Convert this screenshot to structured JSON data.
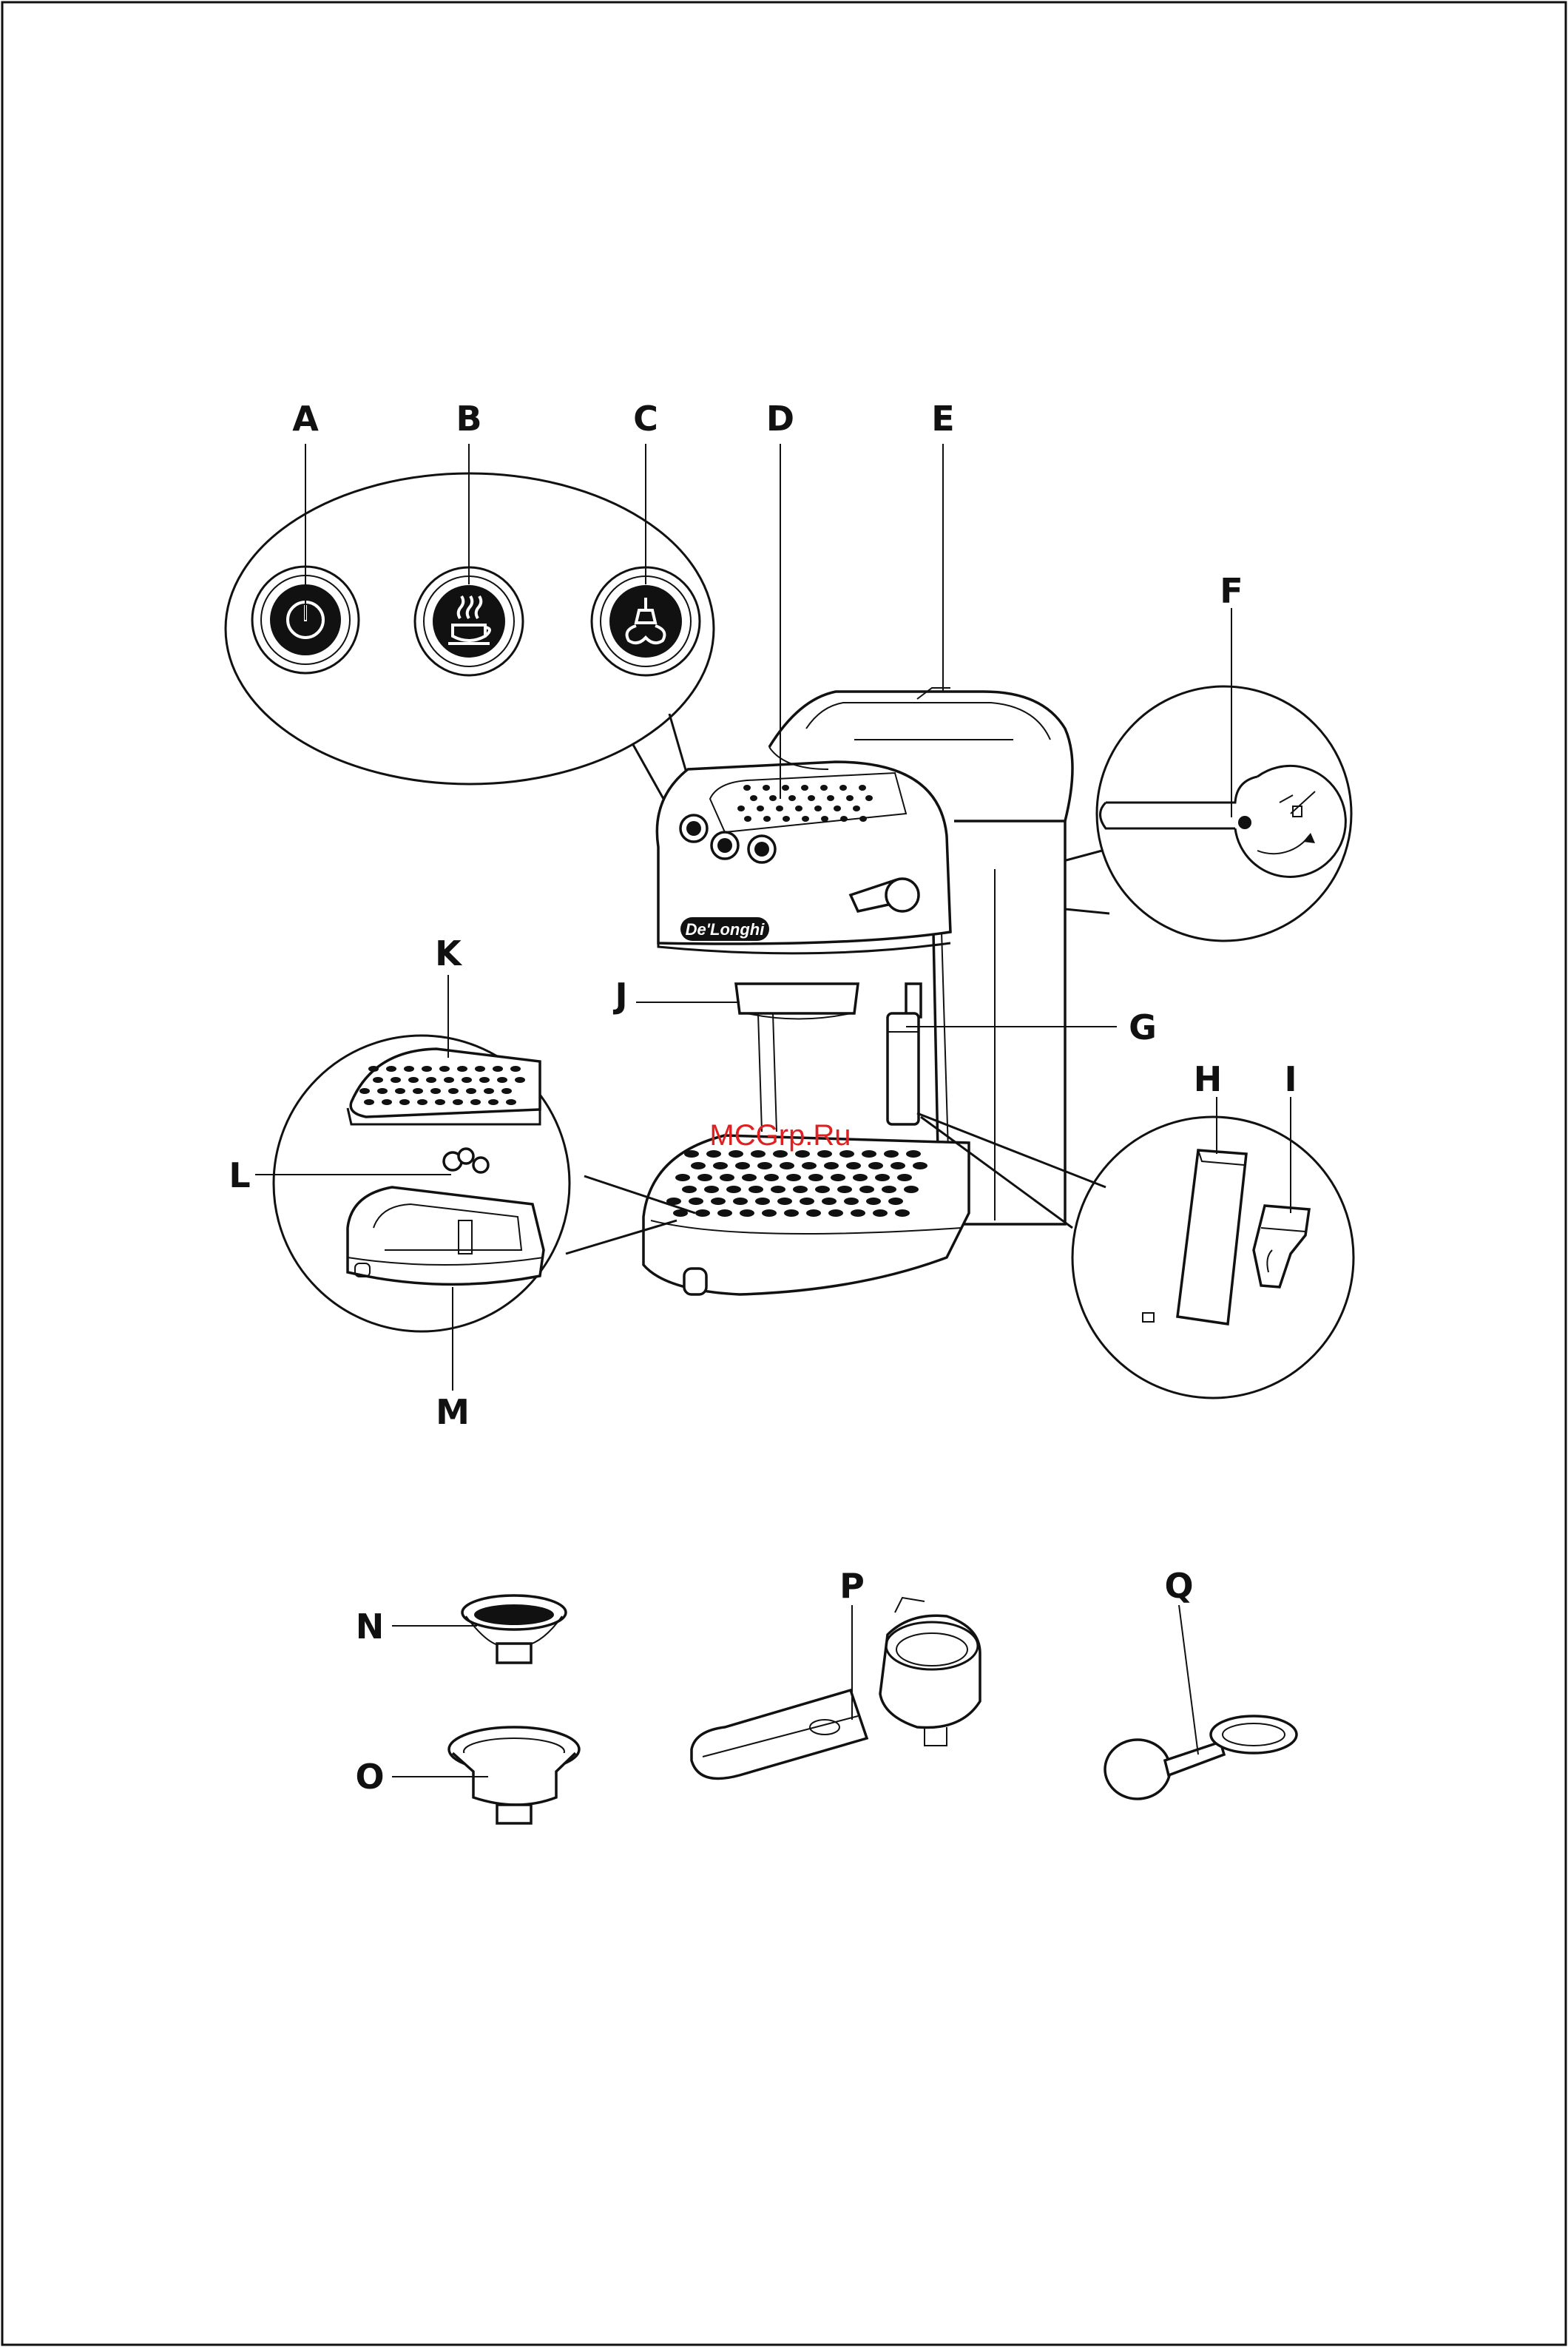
{
  "labels": {
    "A": "A",
    "B": "B",
    "C": "C",
    "D": "D",
    "E": "E",
    "F": "F",
    "G": "G",
    "H": "H",
    "I": "I",
    "J": "J",
    "K": "K",
    "L": "L",
    "M": "M",
    "N": "N",
    "O": "O",
    "P": "P",
    "Q": "Q"
  },
  "brand_logo": "De'Longhi",
  "watermark": "MCGrp.Ru",
  "icons": {
    "A": "power-icon",
    "B": "coffee-cup-icon",
    "C": "steam-icon",
    "F": "steam-dial-icon"
  },
  "colors": {
    "line": "#111111",
    "watermark": "#e02020",
    "background": "#ffffff"
  }
}
